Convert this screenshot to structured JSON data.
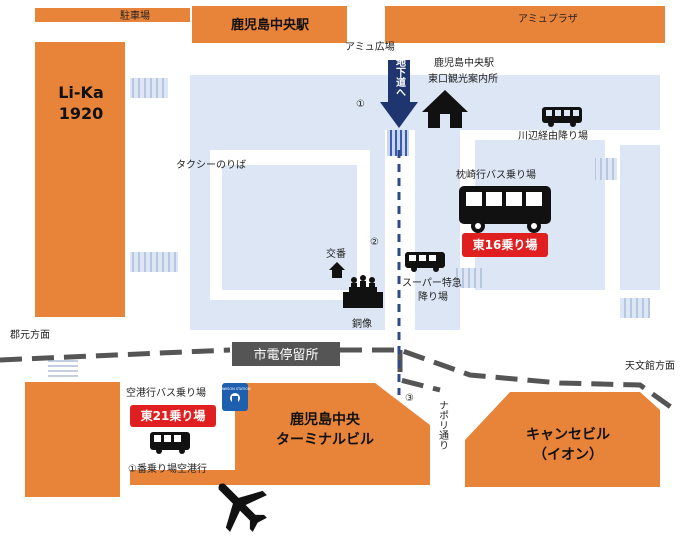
{
  "colors": {
    "building": "#E8833A",
    "building_edge": "#B85E1E",
    "plaza": "#DCE6F4",
    "road_dash": "#555555",
    "route_dash": "#2F4A8A",
    "badge_red": "#E02020",
    "black": "#111111"
  },
  "buildings": {
    "parking": "駐車場",
    "kagoshima_chuo_station": "鹿児島中央駅",
    "amu_plaza": "アミュプラザ",
    "lika_line1": "Li-Ka",
    "lika_line2": "1920",
    "terminal_line1": "鹿児島中央",
    "terminal_line2": "ターミナルビル",
    "canancebiru_line1": "キャンセビル",
    "canancebiru_line2": "（イオン）"
  },
  "labels": {
    "amu_hiroba": "アミュ広場",
    "tourist_info_line1": "鹿児島中央駅",
    "tourist_info_line2": "東口観光案内所",
    "underground_passage": "地下道へ",
    "kawabe_stop": "川辺経由降り場",
    "taxi_stand": "タクシーのりば",
    "makurazaki_stop": "枕崎行バス乗り場",
    "east16_badge": "東16乗り場",
    "police_box": "交番",
    "limited_express_line1": "スーパー特急",
    "limited_express_line2": "降り場",
    "bronze_statue": "銅像",
    "gunmoto_direction": "郡元方面",
    "tram_stop": "市電停留所",
    "tenmonkan_direction": "天文館方面",
    "airport_bus_stop": "空港行バス乗り場",
    "east21_badge": "東21乗り場",
    "lawson_station": "LAWSON STATION",
    "naporidori": "ナポリ通り",
    "airport_stop_1": "①番乗り場空港行",
    "step1": "①",
    "step2": "②",
    "step3": "③"
  },
  "icons": [
    "house-icon",
    "bus-icon",
    "airplane-icon",
    "police-box-icon",
    "statue-icon",
    "lawson-icon",
    "down-arrow-icon"
  ]
}
